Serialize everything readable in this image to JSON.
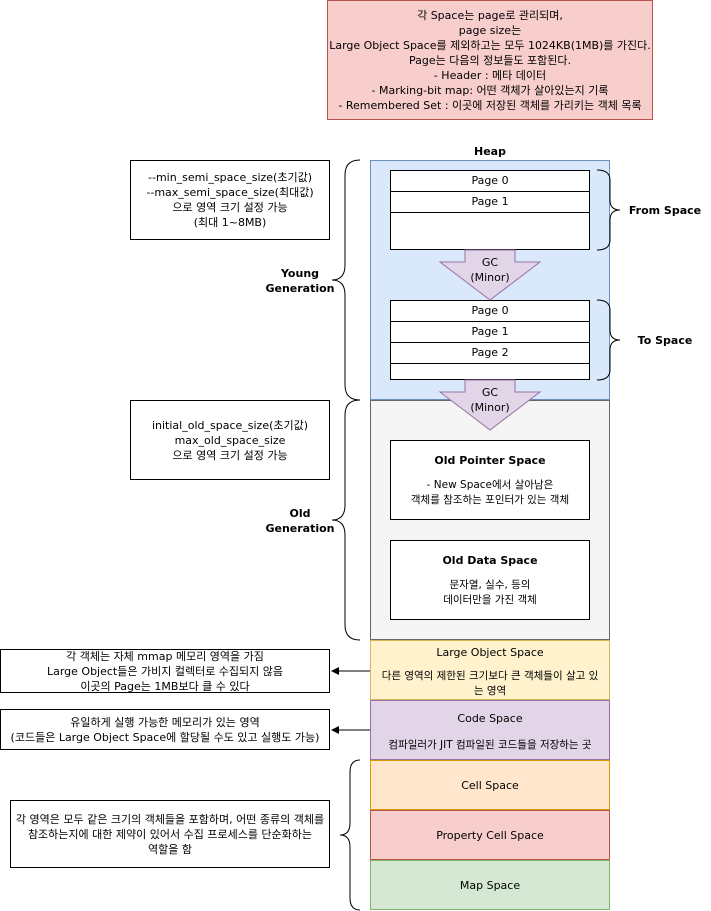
{
  "top_note": {
    "lines": [
      "각 Space는 page로 관리되며,",
      "page size는",
      "Large Object Space를 제외하고는 모두 1024KB(1MB)를 가진다.",
      "Page는 다음의 정보들도 포함된다.",
      "- Header : 메타 데이터",
      "- Marking-bit map: 어떤 객체가 살아있는지 기록",
      "- Remembered Set : 이곳에 저장된 객체를 가리키는 객체 목록"
    ]
  },
  "heap": {
    "title": "Heap"
  },
  "young": {
    "label_line1": "Young",
    "label_line2": "Generation",
    "note": [
      "--min_semi_space_size(초기값)",
      "--max_semi_space_size(최대값)",
      "으로 영역 크기 설정 가능",
      "(최대 1~8MB)"
    ],
    "from_label": "From Space",
    "to_label": "To Space",
    "from_pages": [
      "Page 0",
      "Page 1"
    ],
    "to_pages": [
      "Page 0",
      "Page 1",
      "Page 2"
    ],
    "gc_minor_1": [
      "GC",
      "(Minor)"
    ]
  },
  "old": {
    "label_line1": "Old",
    "label_line2": "Generation",
    "note": [
      "initial_old_space_size(초기값)",
      "max_old_space_size",
      "으로 영역 크기 설정 가능"
    ],
    "gc_minor_2": [
      "GC",
      "(Minor)"
    ],
    "pointer_space": {
      "title": "Old Pointer Space",
      "desc": [
        "- New Space에서 살아남은",
        "객체를 참조하는 포인터가 있는 객체"
      ]
    },
    "data_space": {
      "title": "Old Data Space",
      "desc": [
        "문자열, 실수, 등의",
        "데이터만을 가진 객체"
      ]
    }
  },
  "large_object": {
    "title": "Large Object Space",
    "desc": [
      "다른 영역의 제한된 크기보다 큰 객체들이 살고 있",
      "는 영역"
    ],
    "note": [
      "각 객체는 자체 mmap 메모리 영역을 가짐",
      "Large Object들은 가비지 컬렉터로 수집되지 않음",
      "이곳의 Page는 1MB보다 클 수 있다"
    ]
  },
  "code_space": {
    "title": "Code Space",
    "desc": "컴파일러가 JIT 컴파일된 코드들을 저장하는 곳",
    "note": [
      "유일하게 실행 가능한 메모리가 있는 영역",
      "(코드들은 Large Object Space에 할당될 수도 있고 실행도 가능)"
    ]
  },
  "cell_space": {
    "title": "Cell Space"
  },
  "property_cell_space": {
    "title": "Property Cell Space"
  },
  "map_space": {
    "title": "Map Space"
  },
  "cells_note": [
    "각 영역은 모두 같은 크기의 객체들을 포함하며, 어떤 종류의 객체를",
    "참조하는지에 대한 제약이 있어서 수집 프로세스를 단순화하는",
    "역할을 함"
  ],
  "colors": {
    "young": "#dae8fc",
    "old": "#f5f5f5",
    "large_object": "#fff2cc",
    "code": "#e1d5e7",
    "cell": "#ffe6cc",
    "property_cell": "#f8cecc",
    "map": "#d5e8d4",
    "gc_arrow": "#e1d5e7",
    "top_note": "#f8cecc"
  }
}
